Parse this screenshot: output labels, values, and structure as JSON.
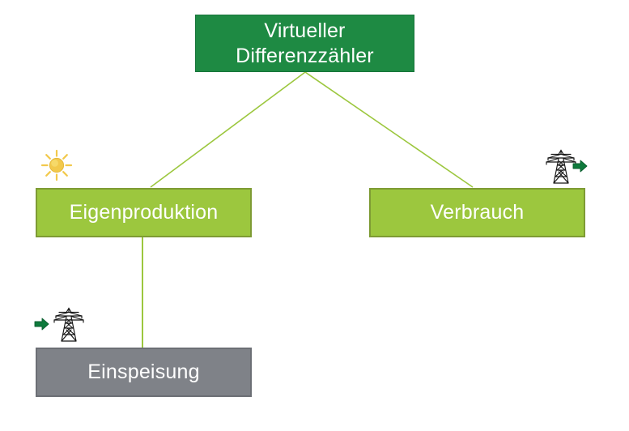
{
  "diagram": {
    "title": "Virtueller Differenzzähler",
    "type": "hierarchy-flow",
    "background_color": "#ffffff",
    "colors": {
      "root_fill": "#1E8A43",
      "root_border": "#17743A",
      "branch_fill": "#9CC73E",
      "branch_border": "#7E9B34",
      "leaf_fill": "#7F8288",
      "leaf_border": "#6C6F75",
      "connector": "#9CC73E",
      "label_text": "#ffffff",
      "sun_body": "#F5CE43",
      "sun_rays": "#F7D87A",
      "pylon": "#1A1A1A",
      "arrow": "#0E7A3C"
    },
    "nodes": [
      {
        "id": "virtueller-differenzzaehler",
        "label": "Virtueller\nDifferenzzähler",
        "level": "root",
        "fill": "#1E8A43"
      },
      {
        "id": "eigenproduktion",
        "label": "Eigenproduktion",
        "level": "branch",
        "fill": "#9CC73E"
      },
      {
        "id": "verbrauch",
        "label": "Verbrauch",
        "level": "branch",
        "fill": "#9CC73E"
      },
      {
        "id": "einspeisung",
        "label": "Einspeisung",
        "level": "leaf",
        "fill": "#7F8288"
      }
    ],
    "edges": [
      {
        "from": "virtueller-differenzzaehler",
        "to": "eigenproduktion",
        "style": "diagonal"
      },
      {
        "from": "virtueller-differenzzaehler",
        "to": "verbrauch",
        "style": "diagonal"
      },
      {
        "from": "eigenproduktion",
        "to": "einspeisung",
        "style": "vertical"
      }
    ],
    "icons": [
      {
        "id": "sun-eigenproduktion",
        "name": "sun-icon",
        "attached_to": "eigenproduktion",
        "meaning": "solar production"
      },
      {
        "id": "pylon-out-verbrauch",
        "name": "power-pylon-arrow-out-icon",
        "attached_to": "verbrauch",
        "meaning": "grid draw outward arrow"
      },
      {
        "id": "pylon-in-einspeisung",
        "name": "power-pylon-arrow-in-icon",
        "attached_to": "einspeisung",
        "meaning": "feed-in arrow toward grid"
      }
    ]
  }
}
